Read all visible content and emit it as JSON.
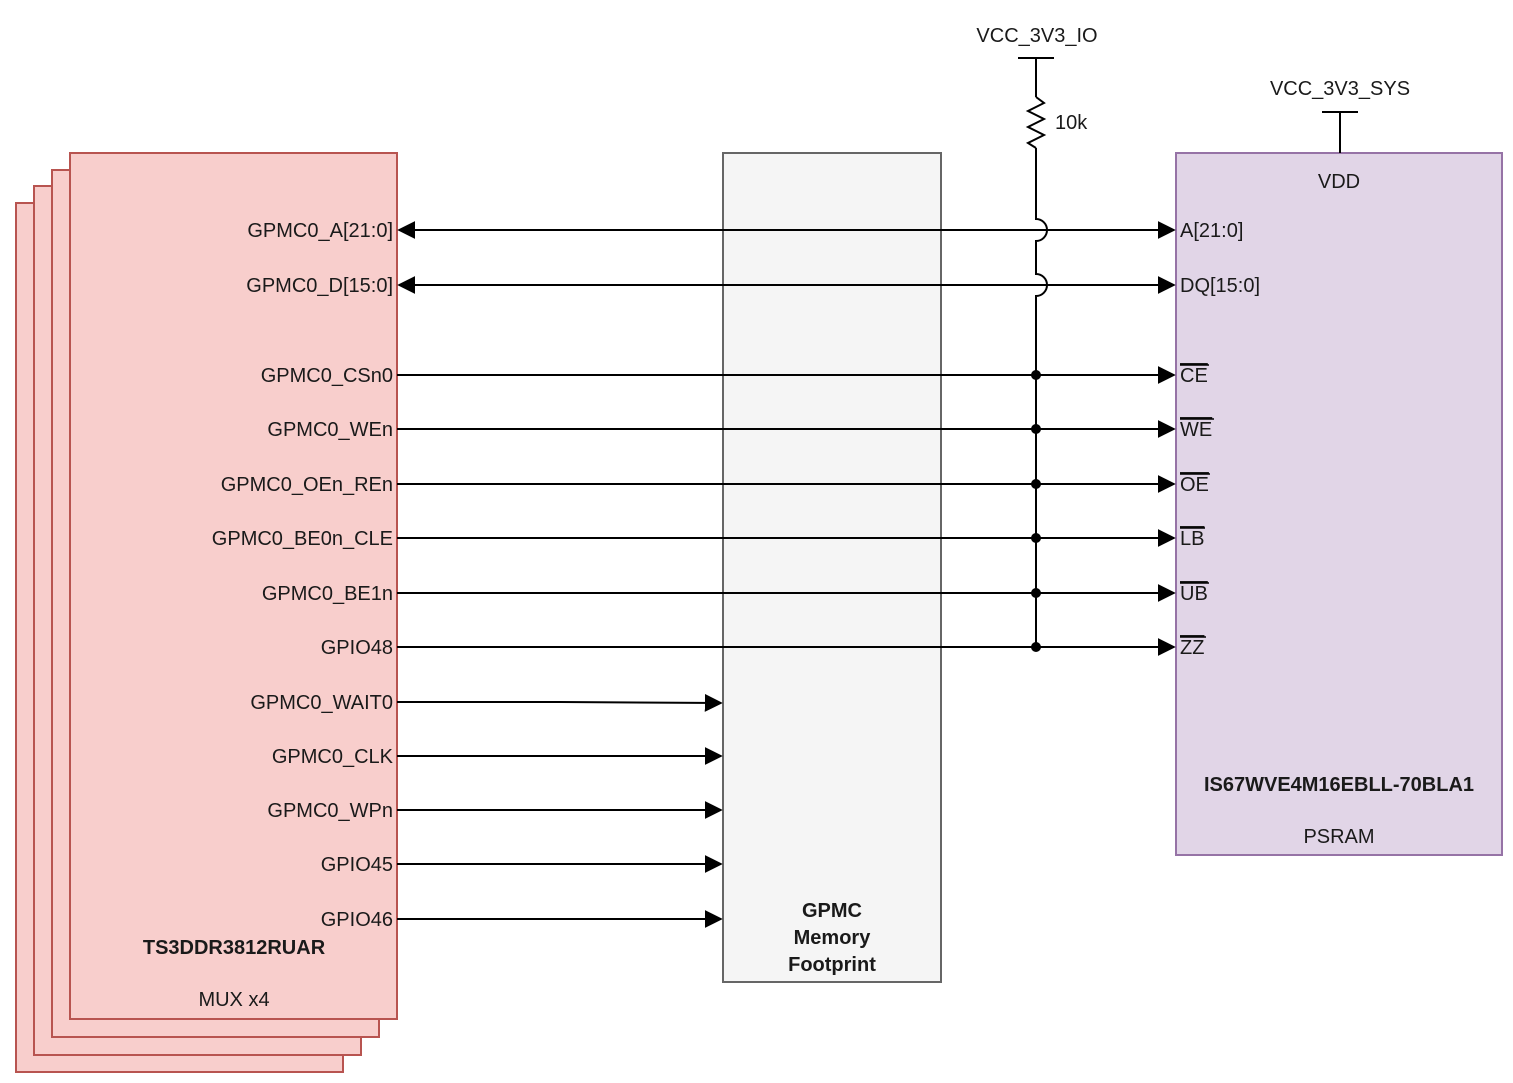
{
  "mux": {
    "part_number": "TS3DDR3812RUAR",
    "subtitle": "MUX x4",
    "colors": {
      "fill": "#f8cecc",
      "stroke": "#b85450"
    },
    "pins": [
      {
        "label": "GPMC0_A[21:0]"
      },
      {
        "label": "GPMC0_D[15:0]"
      },
      {
        "label": "GPMC0_CSn0"
      },
      {
        "label": "GPMC0_WEn"
      },
      {
        "label": "GPMC0_OEn_REn"
      },
      {
        "label": "GPMC0_BE0n_CLE"
      },
      {
        "label": "GPMC0_BE1n"
      },
      {
        "label": "GPIO48"
      },
      {
        "label": "GPMC0_WAIT0"
      },
      {
        "label": "GPMC0_CLK"
      },
      {
        "label": "GPMC0_WPn"
      },
      {
        "label": "GPIO45"
      },
      {
        "label": "GPIO46"
      }
    ]
  },
  "footprint": {
    "line1": "GPMC",
    "line2": "Memory",
    "line3": "Footprint",
    "colors": {
      "fill": "#f5f5f5",
      "stroke": "#666666"
    }
  },
  "psram": {
    "supply_pin": "VDD",
    "part_number": "IS67WVE4M16EBLL-70BLA1",
    "subtitle": "PSRAM",
    "colors": {
      "fill": "#e1d5e7",
      "stroke": "#9673a6"
    },
    "pins": [
      {
        "label": "A[21:0]",
        "overbar": false
      },
      {
        "label": "DQ[15:0]",
        "overbar": false
      },
      {
        "label": "CE",
        "overbar": true
      },
      {
        "label": "WE",
        "overbar": true
      },
      {
        "label": "OE",
        "overbar": true
      },
      {
        "label": "LB",
        "overbar": true
      },
      {
        "label": "UB",
        "overbar": true
      },
      {
        "label": "ZZ",
        "overbar": true
      }
    ]
  },
  "power": {
    "io_rail": "VCC_3V3_IO",
    "sys_rail": "VCC_3V3_SYS",
    "resistor_value": "10k"
  }
}
